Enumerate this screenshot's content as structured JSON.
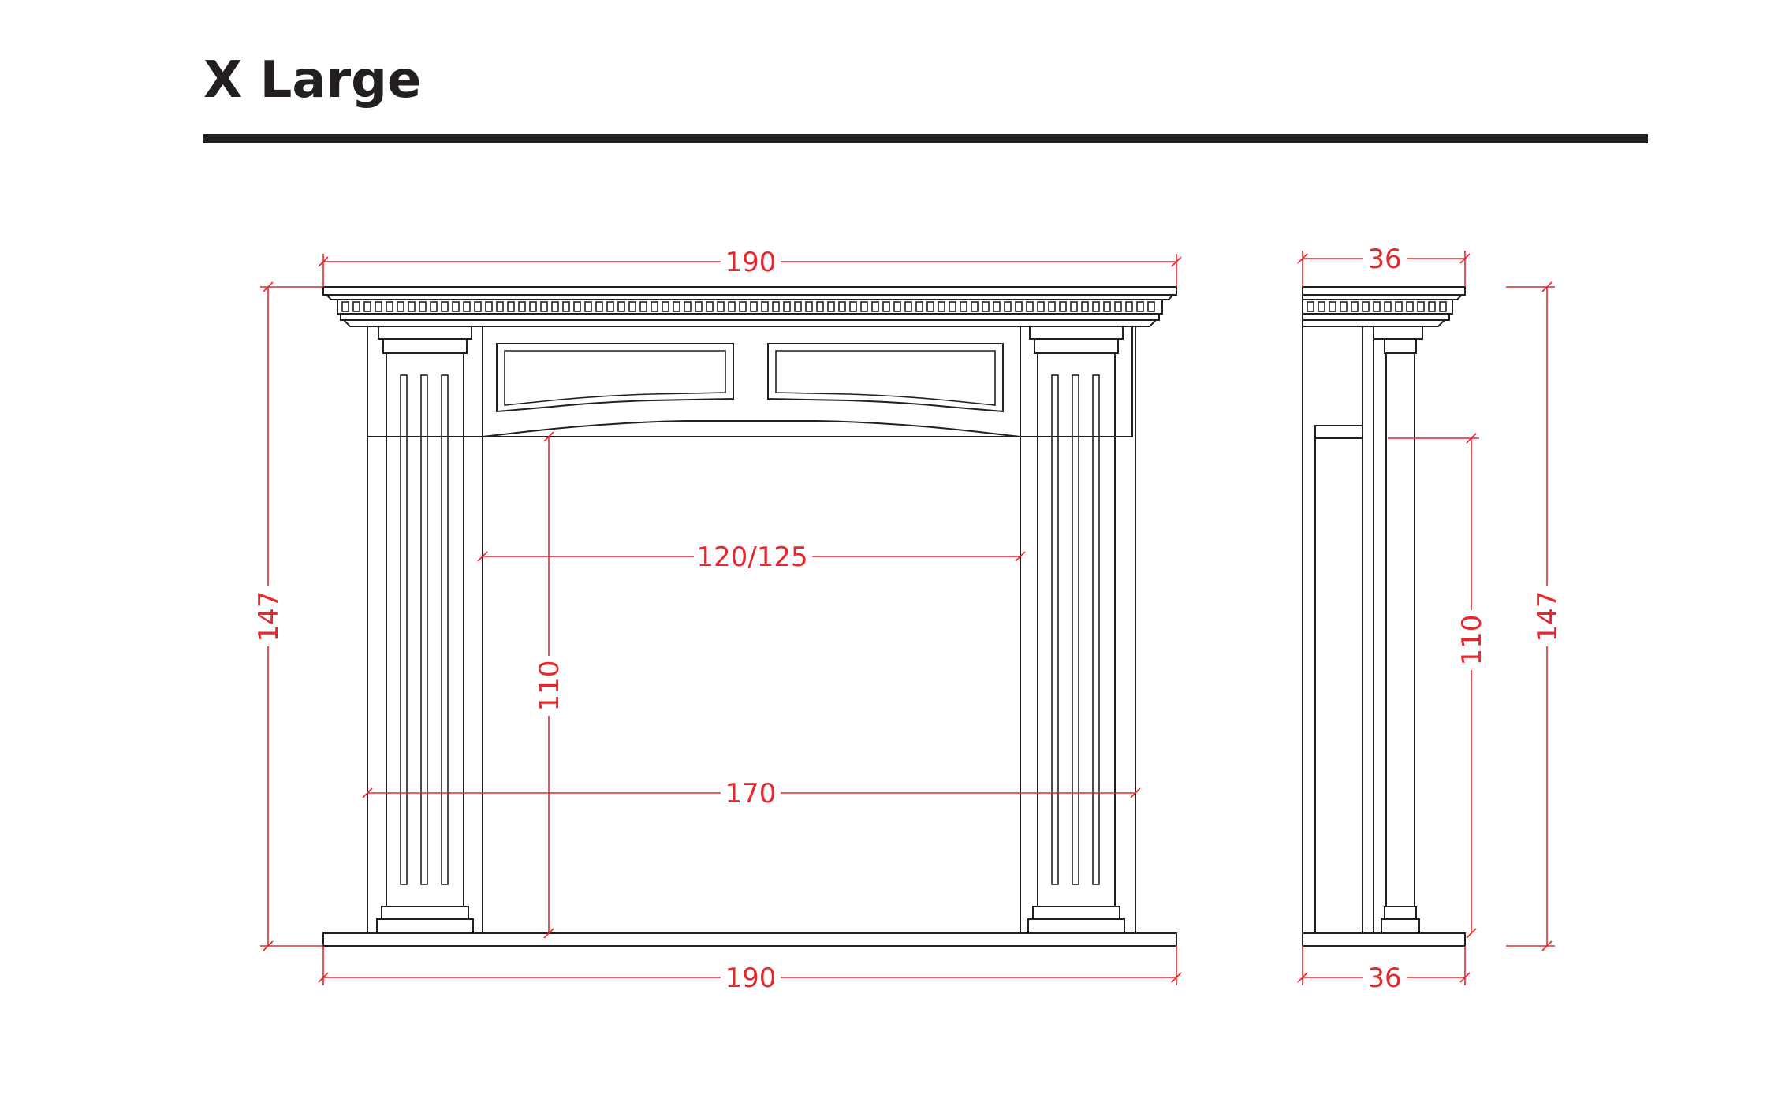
{
  "title": "X Large",
  "colors": {
    "outline": "#231f20",
    "dimension": "#e8262c",
    "background": "#ffffff"
  },
  "front_view": {
    "dimensions": {
      "overall_width_top": "190",
      "overall_height": "147",
      "opening_width": "120/125",
      "opening_height": "110",
      "inner_legs_width": "170",
      "overall_width_bottom": "190"
    }
  },
  "side_view": {
    "dimensions": {
      "depth_top": "36",
      "opening_height": "110",
      "overall_height": "147",
      "depth_bottom": "36"
    }
  }
}
